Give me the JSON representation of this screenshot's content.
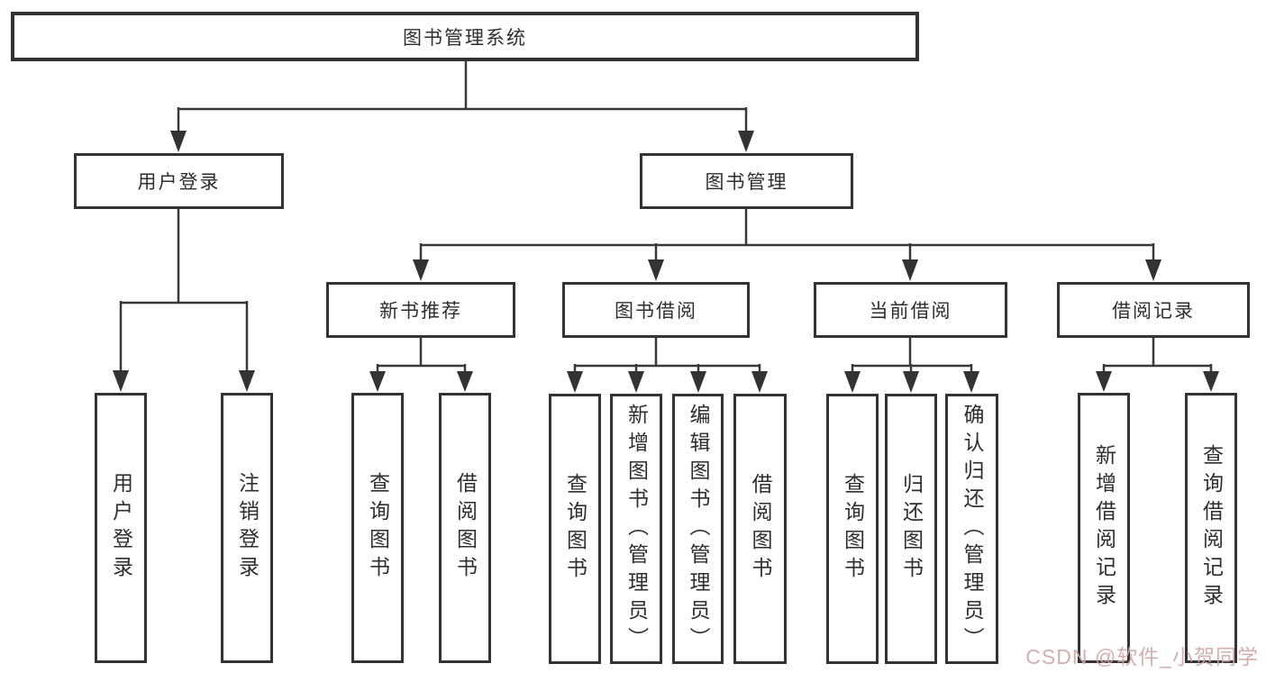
{
  "diagram": {
    "root": "图书管理系统",
    "branches": [
      {
        "label": "用户登录",
        "children": [
          "用户登录",
          "注销登录"
        ]
      },
      {
        "label": "图书管理",
        "groups": [
          {
            "label": "新书推荐",
            "children": [
              "查询图书",
              "借阅图书"
            ]
          },
          {
            "label": "图书借阅",
            "children": [
              "查询图书",
              "新增图书（管理员）",
              "编辑图书（管理员）",
              "借阅图书"
            ]
          },
          {
            "label": "当前借阅",
            "children": [
              "查询图书",
              "归还图书",
              "确认归还（管理员）"
            ]
          },
          {
            "label": "借阅记录",
            "children": [
              "新增借阅记录",
              "查询借阅记录"
            ]
          }
        ]
      }
    ]
  },
  "watermark": {
    "text": "CSDN @软件_小贺同学",
    "color": "#cfa6a6"
  },
  "colors": {
    "line": "#383838",
    "box_border": "#333333",
    "background": "#ffffff"
  }
}
